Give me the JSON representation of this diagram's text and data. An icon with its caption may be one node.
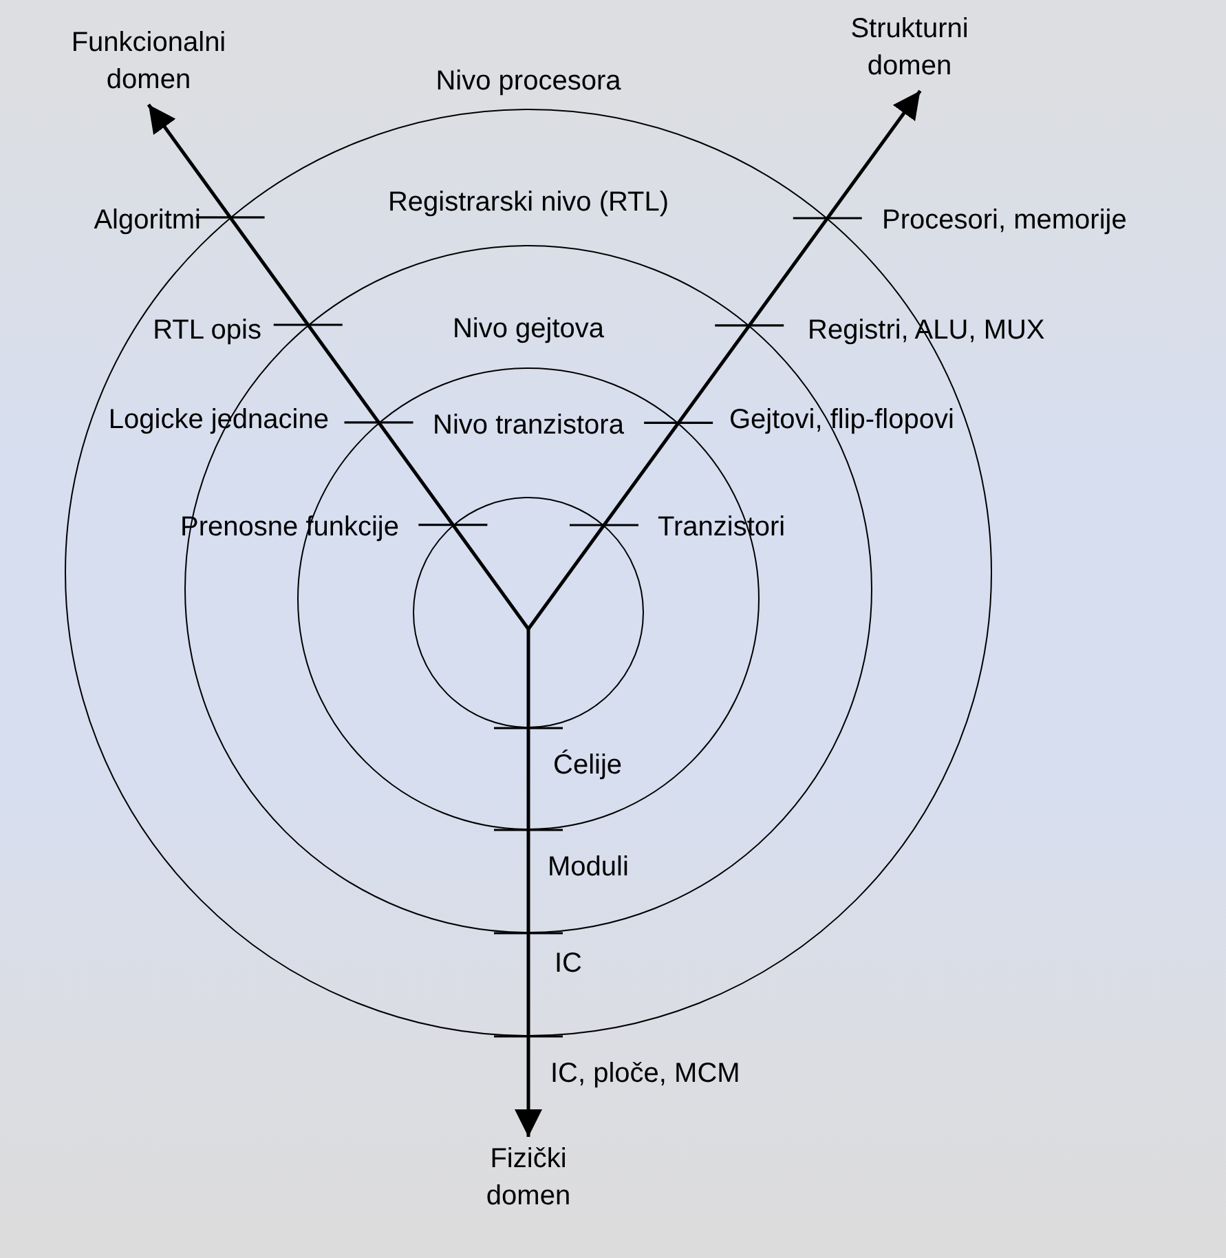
{
  "diagram": {
    "nodes": [
      {
        "text": [
          "Funkcionalni domen"
        ]
      },
      {
        "text": [
          "Strukturni domen"
        ]
      },
      {
        "text": [
          "Nivo procesora"
        ]
      },
      {
        "text": [
          "Registrarski nivo (RTL)"
        ],
        "in": 2
      },
      {
        "text": [
          "Nivo gejtova"
        ],
        "in": 3
      },
      {
        "text": [
          "Nivo tranzistora"
        ],
        "in": 4
      },
      {
        "text": [
          "Fizički domen"
        ]
      }
    ],
    "edges": [
      {
        "from": 5,
        "to": 0,
        "arrow": "to"
      },
      {
        "from": 5,
        "to": 1,
        "arrow": "to"
      },
      {
        "from": 5,
        "to": 6,
        "arrow": "to"
      }
    ],
    "labels": [
      "Algoritmi",
      "Procesori, memorije",
      "RTL opis",
      "Registri, ALU, MUX",
      "Logicke jednacine",
      "Gejtovi, flip-flopovi",
      "Prenosne funkcije",
      "Tranzistori",
      "Ćelije",
      "Moduli",
      "IC",
      "IC, ploče, MCM"
    ]
  }
}
